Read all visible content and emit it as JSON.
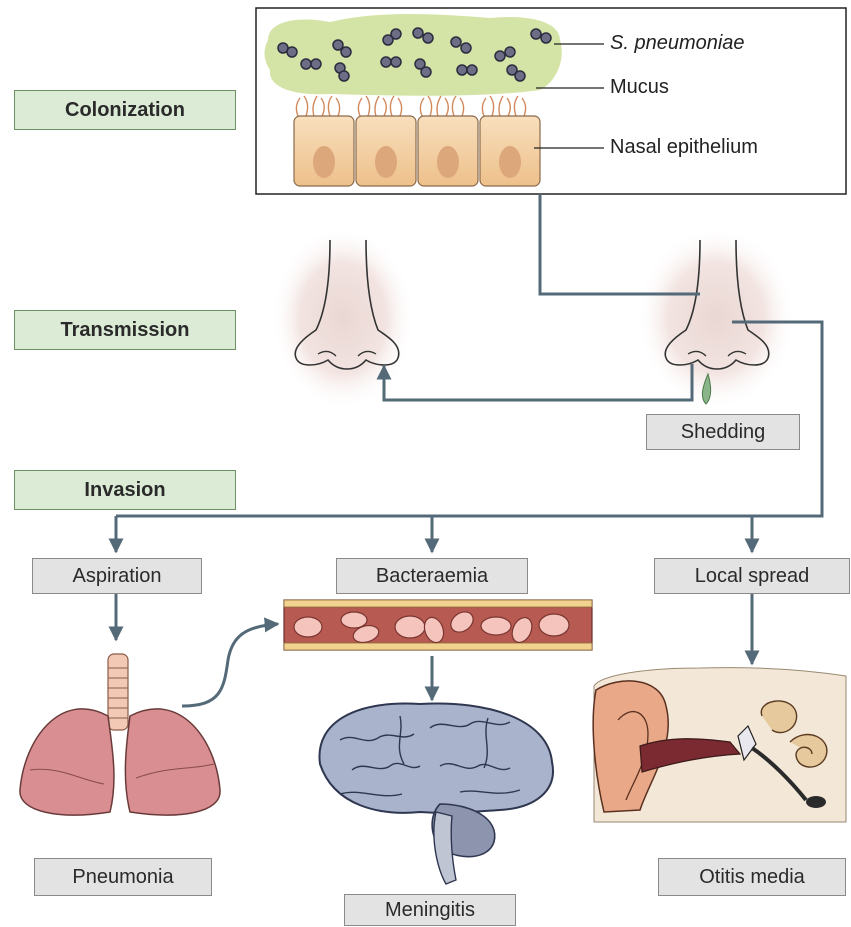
{
  "stages": {
    "colonization": "Colonization",
    "transmission": "Transmission",
    "invasion": "Invasion"
  },
  "callouts": {
    "pathogen": "S. pneumoniae",
    "mucus": "Mucus",
    "epithelium": "Nasal epithelium"
  },
  "routes": {
    "shedding": "Shedding",
    "aspiration": "Aspiration",
    "bacteraemia": "Bacteraemia",
    "local_spread": "Local spread"
  },
  "outcomes": {
    "pneumonia": "Pneumonia",
    "meningitis": "Meningitis",
    "otitis_media": "Otitis media"
  },
  "colors": {
    "stage_fill": "#dcebd6",
    "label_fill": "#e3e3e3",
    "arrow": "#546a78",
    "mucus": "#d4e3a6",
    "cell": "#f4cfa4",
    "blood": "#b65a52",
    "lung": "#d98f92",
    "brain": "#a9b3cc"
  }
}
